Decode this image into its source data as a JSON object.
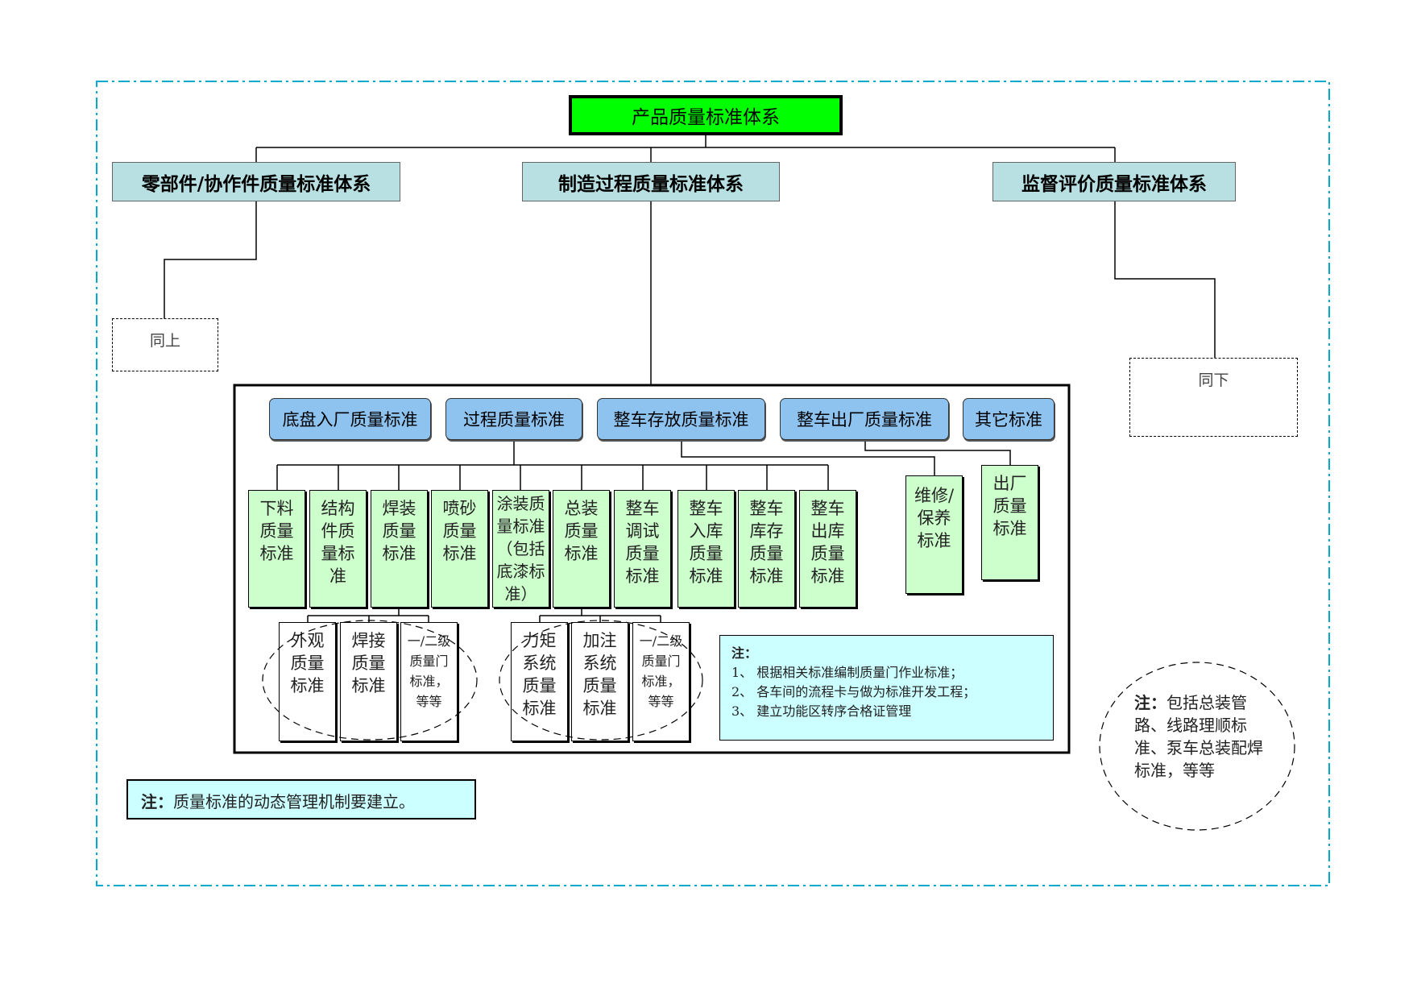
{
  "root": {
    "label": "产品质量标准体系"
  },
  "branches": {
    "parts": "零部件/协作件质量标准体系",
    "process": "制造过程质量标准体系",
    "supervision": "监督评价质量标准体系"
  },
  "same_above": "同上",
  "same_below": "同下",
  "process_categories": [
    "底盘入厂质量标准",
    "过程质量标准",
    "整车存放质量标准",
    "整车出厂质量标准",
    "其它标准"
  ],
  "process_items": [
    "下料\n质量\n标准",
    "结构\n件质\n量标\n准",
    "焊装\n质量\n标准",
    "喷砂\n质量\n标准",
    "涂装质\n量标准\n（包括\n底漆标\n准）",
    "总装\n质量\n标准",
    "整车\n调试\n质量\n标准",
    "整车\n入库\n质量\n标准",
    "整车\n库存\n质量\n标准",
    "整车\n出库\n质量\n标准"
  ],
  "maintenance": "维修/\n保养\n标准",
  "factory_exit": "出厂\n质量\n标准",
  "welding_sub": [
    "外观\n质量\n标准",
    "焊接\n质量\n标准",
    "一/二级\n质量门\n标准，\n等等"
  ],
  "assembly_sub": [
    "力矩\n系统\n质量\n标准",
    "加注\n系统\n质量\n标准",
    "一/二级\n质量门\n标准，\n等等"
  ],
  "inner_note": {
    "title": "注：",
    "items": [
      "1、  根据相关标准编制质量门作业标准；",
      "2、  各车间的流程卡与做为标准开发工程；",
      "3、  建立功能区转序合格证管理"
    ]
  },
  "bottom_note": {
    "prefix": "注：",
    "text": "质量标准的动态管理机制要建立。"
  },
  "circle_note": {
    "prefix": "注：",
    "text": "包括总装管路、线路理顺标准、泵车总装配焊标准，等等"
  },
  "colors": {
    "root_fill": "#00ff00",
    "level1_fill": "#b8dfe1",
    "category_fill": "#8ec3f0",
    "item_fill": "#ccffcc",
    "note_fill": "#ccffff",
    "frame_line": "#00aacc"
  }
}
